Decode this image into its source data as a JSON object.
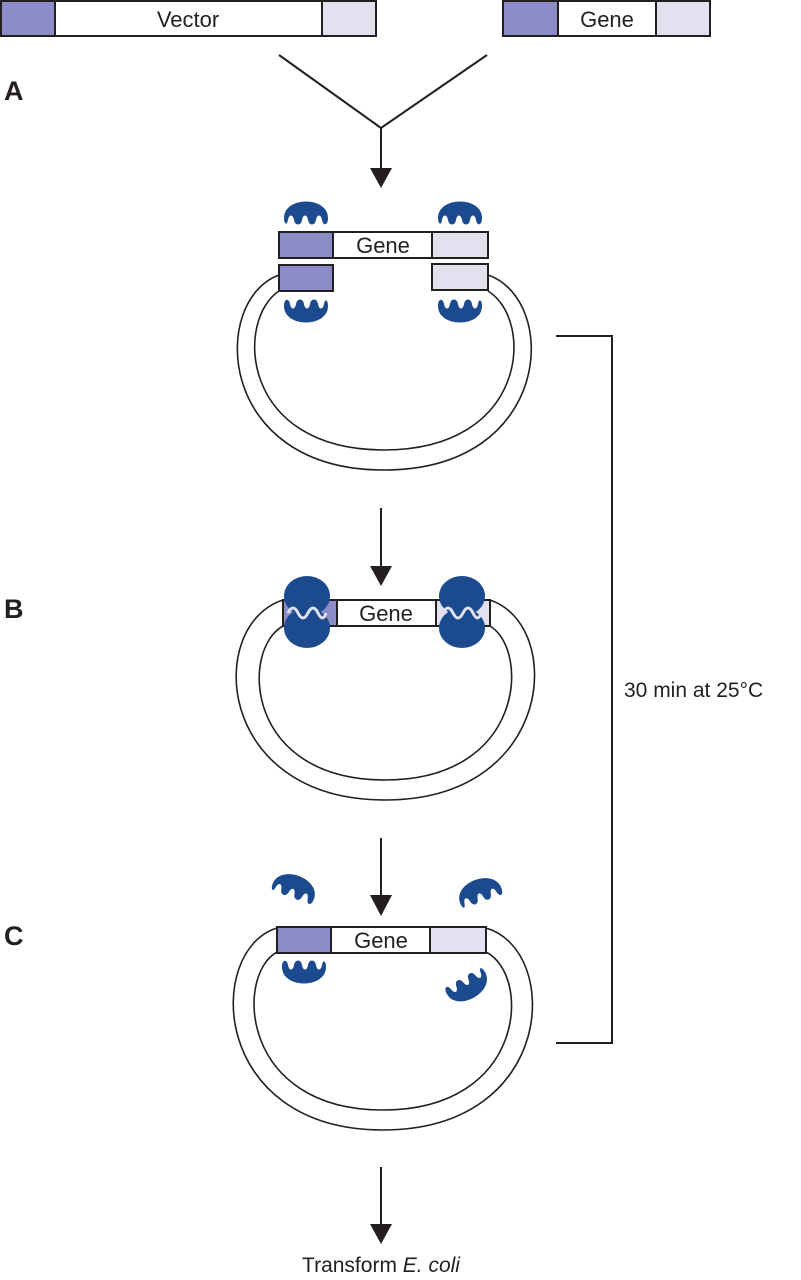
{
  "colors": {
    "left_end": "#8b8cc6",
    "right_end": "#e1e1f0",
    "enzyme": "#1b4a8f",
    "stroke": "#231f20",
    "background": "#ffffff"
  },
  "top": {
    "vector_label": "Vector",
    "gene_label": "Gene"
  },
  "panels": {
    "a": {
      "letter": "A",
      "gene_label": "Gene"
    },
    "b": {
      "letter": "B",
      "gene_label": "Gene"
    },
    "c": {
      "letter": "C",
      "gene_label": "Gene"
    }
  },
  "bracket_note": "30 min at 25°C",
  "final_step": {
    "prefix": "Transform ",
    "organism": "E. coli"
  }
}
